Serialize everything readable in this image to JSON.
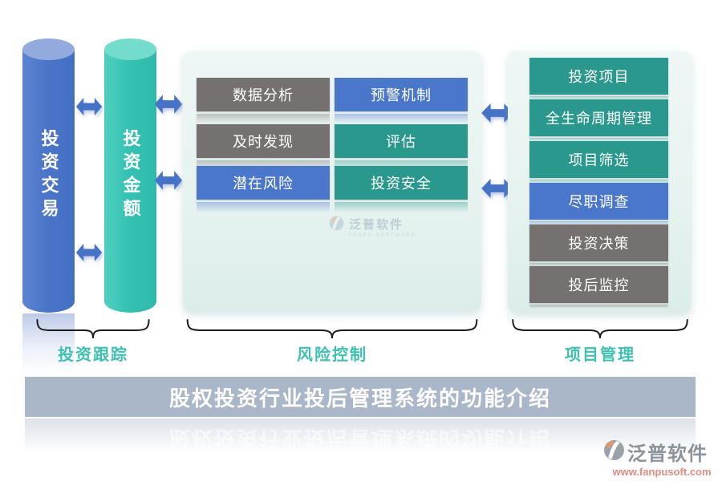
{
  "title_banner": {
    "text": "股权投资行业投后管理系统的功能介绍"
  },
  "cylinders": {
    "trading": {
      "label": "投资交易"
    },
    "amount": {
      "label": "投资金额"
    }
  },
  "risk_panel": {
    "left_buttons": [
      {
        "label": "数据分析",
        "color": "gray"
      },
      {
        "label": "及时发现",
        "color": "gray"
      },
      {
        "label": "潜在风险",
        "color": "blue"
      }
    ],
    "right_buttons": [
      {
        "label": "预警机制",
        "color": "blue"
      },
      {
        "label": "评估",
        "color": "teal"
      },
      {
        "label": "投资安全",
        "color": "teal"
      }
    ]
  },
  "project_panel": {
    "buttons": [
      {
        "label": "投资项目",
        "color": "teal"
      },
      {
        "label": "全生命周期管理",
        "color": "teal"
      },
      {
        "label": "项目筛选",
        "color": "teal"
      },
      {
        "label": "尽职调查",
        "color": "blue"
      },
      {
        "label": "投资决策",
        "color": "gray"
      },
      {
        "label": "投后监控",
        "color": "gray"
      }
    ]
  },
  "group_labels": {
    "tracking": "投资跟踪",
    "risk": "风险控制",
    "project": "项目管理"
  },
  "watermark": {
    "name": "泛普软件",
    "subtitle": "FANPU SOFTWARE"
  },
  "logo": {
    "name": "泛普软件",
    "url": "www.fanpusoft.com"
  },
  "colors": {
    "button_blue": "#4a77c9",
    "button_teal": "#2a988c",
    "button_gray": "#757170",
    "cylinder_blue": "#4a75c9",
    "cylinder_teal": "#35c2b2",
    "group_label": "#3fbfb0",
    "banner": "#a9b7c9",
    "arrow": "#4673c8"
  }
}
